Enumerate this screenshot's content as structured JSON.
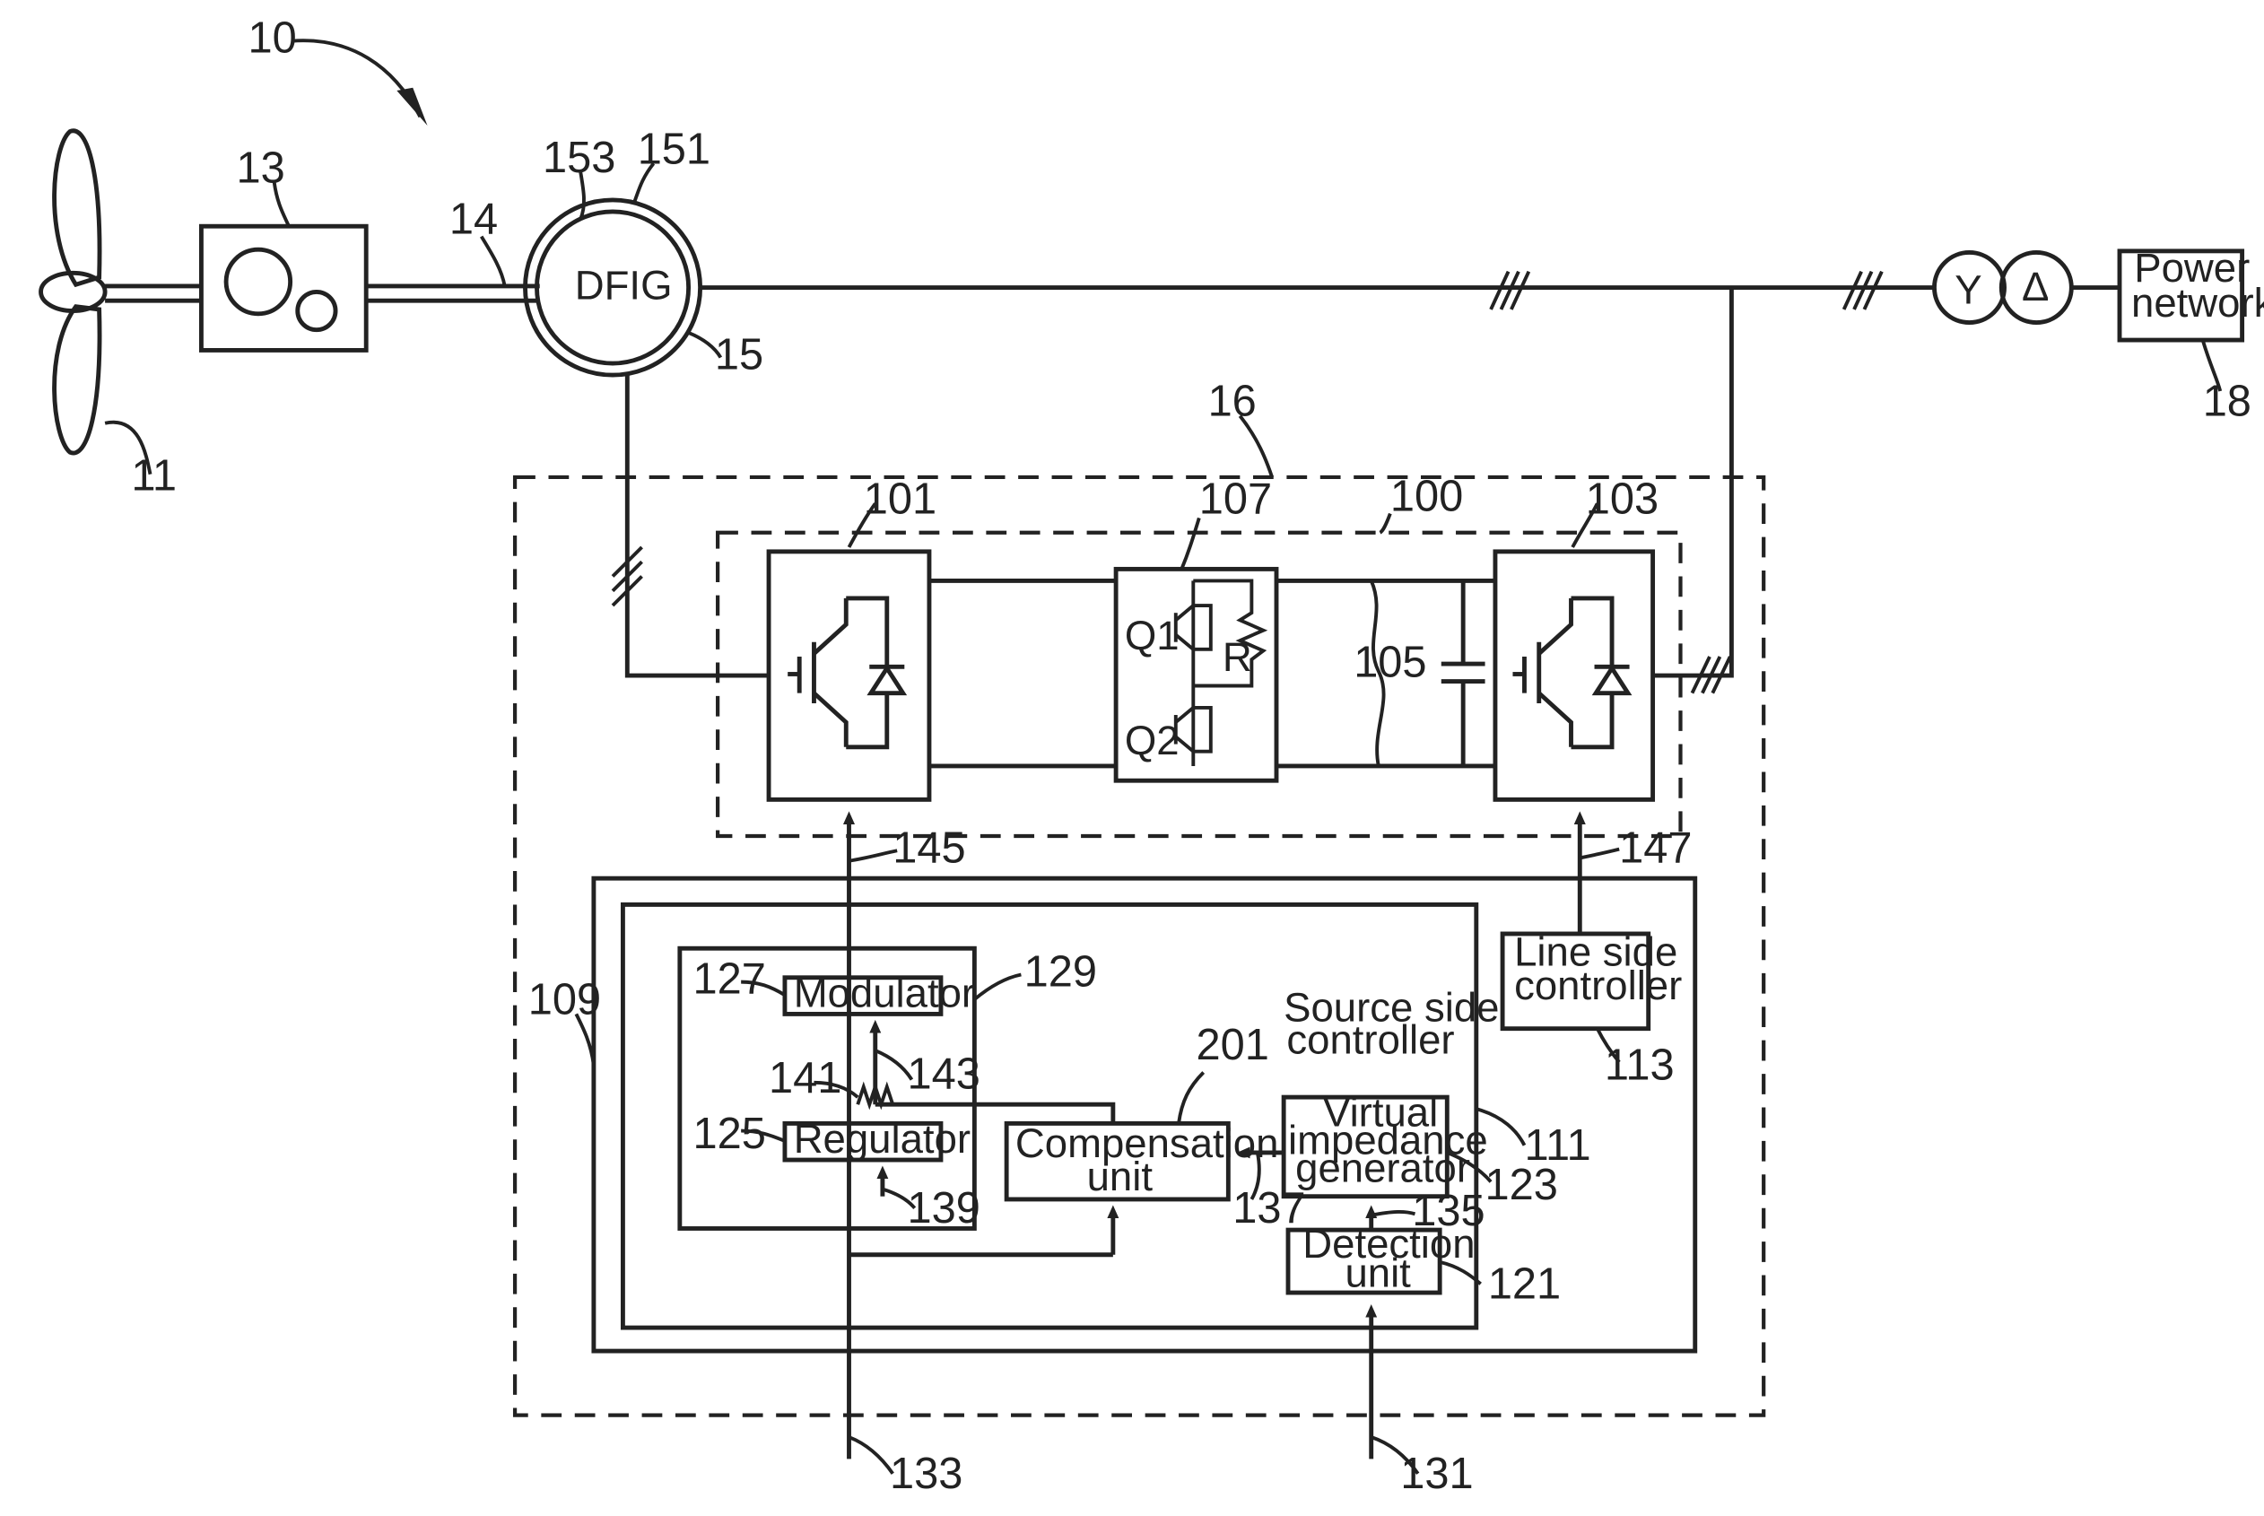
{
  "refs": {
    "r10": "10",
    "r11": "11",
    "r13": "13",
    "r14": "14",
    "r15": "15",
    "r151": "151",
    "r153": "153",
    "r16": "16",
    "r18": "18",
    "r100": "100",
    "r101": "101",
    "r103": "103",
    "r105": "105",
    "r107": "107",
    "r109": "109",
    "r111": "111",
    "r113": "113",
    "r121": "121",
    "r123": "123",
    "r125": "125",
    "r127": "127",
    "r129": "129",
    "r131": "131",
    "r133": "133",
    "r135": "135",
    "r137": "137",
    "r139": "139",
    "r141": "141",
    "r143": "143",
    "r145": "145",
    "r147": "147",
    "r201": "201"
  },
  "labels": {
    "dfig": "DFIG",
    "power_network_1": "Power",
    "power_network_2": "network",
    "wye": "Y",
    "delta": "Δ",
    "q1": "Q1",
    "q2": "Q2",
    "r": "R",
    "line_side_1": "Line side",
    "line_side_2": "controller",
    "source_side_1": "Source side",
    "source_side_2": "controller",
    "modulator": "Modulator",
    "regulator": "Regulator",
    "compensation_1": "Compensation",
    "compensation_2": "unit",
    "virtual_1": "Virtual",
    "virtual_2": "impedance",
    "virtual_3": "generator",
    "detection_1": "Detection",
    "detection_2": "unit"
  }
}
